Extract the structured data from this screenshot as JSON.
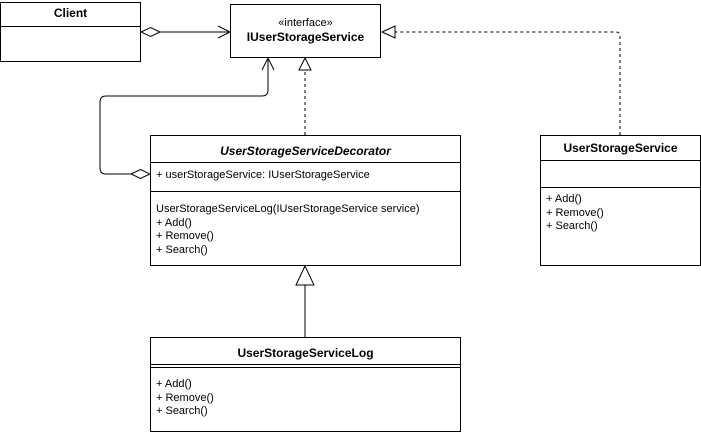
{
  "classes": {
    "client": {
      "name": "Client"
    },
    "interface": {
      "stereotype": "«interface»",
      "name": "IUserStorageService"
    },
    "decorator": {
      "name": "UserStorageServiceDecorator",
      "attributes": [
        "+ userStorageService: IUserStorageService"
      ],
      "operations": [
        "UserStorageServiceLog(IUserStorageService service)",
        "+ Add()",
        "+ Remove()",
        "+ Search()"
      ]
    },
    "service": {
      "name": "UserStorageService",
      "operations": [
        "+ Add()",
        "+ Remove()",
        "+ Search()"
      ]
    },
    "log": {
      "name": "UserStorageServiceLog",
      "operations": [
        "+ Add()",
        "+ Remove()",
        "+ Search()"
      ]
    }
  },
  "relations": [
    {
      "from": "client",
      "to": "interface",
      "kind": "aggregation-association"
    },
    {
      "from": "decorator",
      "to": "interface",
      "kind": "realization"
    },
    {
      "from": "service",
      "to": "interface",
      "kind": "realization"
    },
    {
      "from": "decorator",
      "to": "interface",
      "kind": "aggregation-association"
    },
    {
      "from": "log",
      "to": "decorator",
      "kind": "generalization"
    }
  ]
}
